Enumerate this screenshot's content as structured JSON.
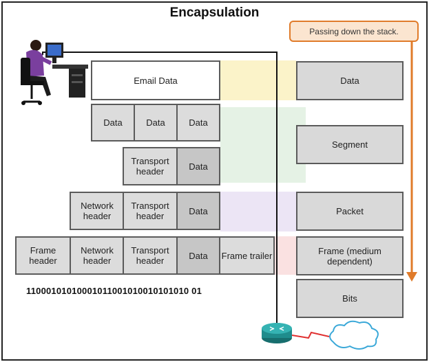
{
  "title": "Encapsulation",
  "callout": "Passing down the stack.",
  "rows": {
    "email": {
      "label": "Email Data"
    },
    "data_row": {
      "cells": [
        "Data",
        "Data",
        "Data"
      ]
    },
    "transport_row": {
      "header": "Transport header",
      "data": "Data"
    },
    "network_row": {
      "network": "Network header",
      "transport": "Transport header",
      "data": "Data"
    },
    "frame_row": {
      "frame_header": "Frame header",
      "network": "Network header",
      "transport": "Transport header",
      "data": "Data",
      "trailer": "Frame trailer"
    }
  },
  "bits_text": "11000101010001011001010010101010 01",
  "pdu_labels": [
    "Data",
    "Segment",
    "Packet",
    "Frame (medium dependent)",
    "Bits"
  ],
  "colors": {
    "data_band": "#f7ea9c",
    "segment_band": "#cfe8cf",
    "packet_band": "#ddd0ec",
    "frame_band": "#f6c9c9",
    "arrow": "#e07b2a",
    "router": "#1f8c8c",
    "link": "#e03030"
  },
  "icons": [
    "person-at-computer-icon",
    "router-icon",
    "cloud-icon"
  ]
}
